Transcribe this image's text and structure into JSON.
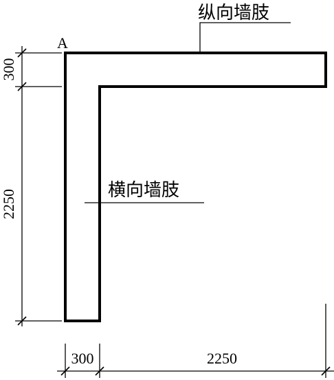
{
  "point_label": "A",
  "wall_labels": {
    "longitudinal": "纵向墙肢",
    "transverse": "横向墙肢"
  },
  "dimensions": {
    "left_top": "300",
    "left_main": "2250",
    "bottom_left": "300",
    "bottom_main": "2250"
  }
}
